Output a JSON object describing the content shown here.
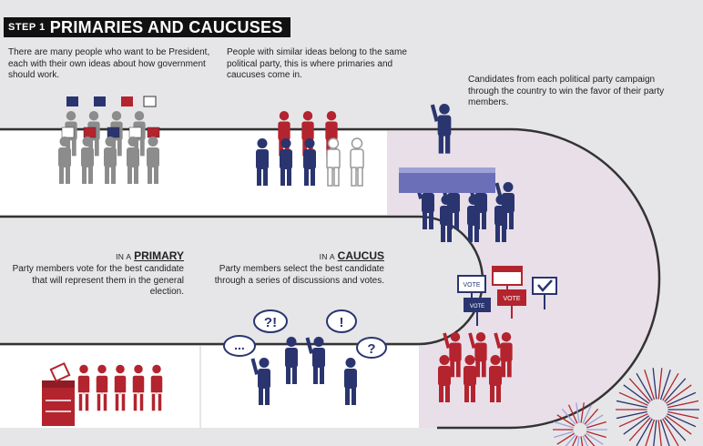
{
  "header": {
    "step": "STEP 1",
    "title": "PRIMARIES AND CAUCUSES"
  },
  "paragraphs": {
    "p1": "There are many people who want to be President, each with their own ideas about how government should work.",
    "p2": "People with similar ideas belong to the same political party, this is where primaries and caucuses come in.",
    "p3": "Candidates from each political party campaign through the country to win the favor of their party members."
  },
  "primary": {
    "prefix": "IN A",
    "term": "PRIMARY",
    "text": "Party members vote for the best candidate that will represent them in the general election."
  },
  "caucus": {
    "prefix": "IN A",
    "term": "CAUCUS",
    "text": "Party members select the best candidate through a series of discussions and votes."
  },
  "bubbles": [
    "?!",
    "!",
    "...",
    "?"
  ],
  "signs": [
    "VOTE",
    "VOTE",
    "VOTE"
  ],
  "colors": {
    "navy": "#2a3570",
    "red": "#b3242e",
    "gray": "#8c8c8c",
    "lavender": "#e9dfe9",
    "dark": "#111111"
  }
}
